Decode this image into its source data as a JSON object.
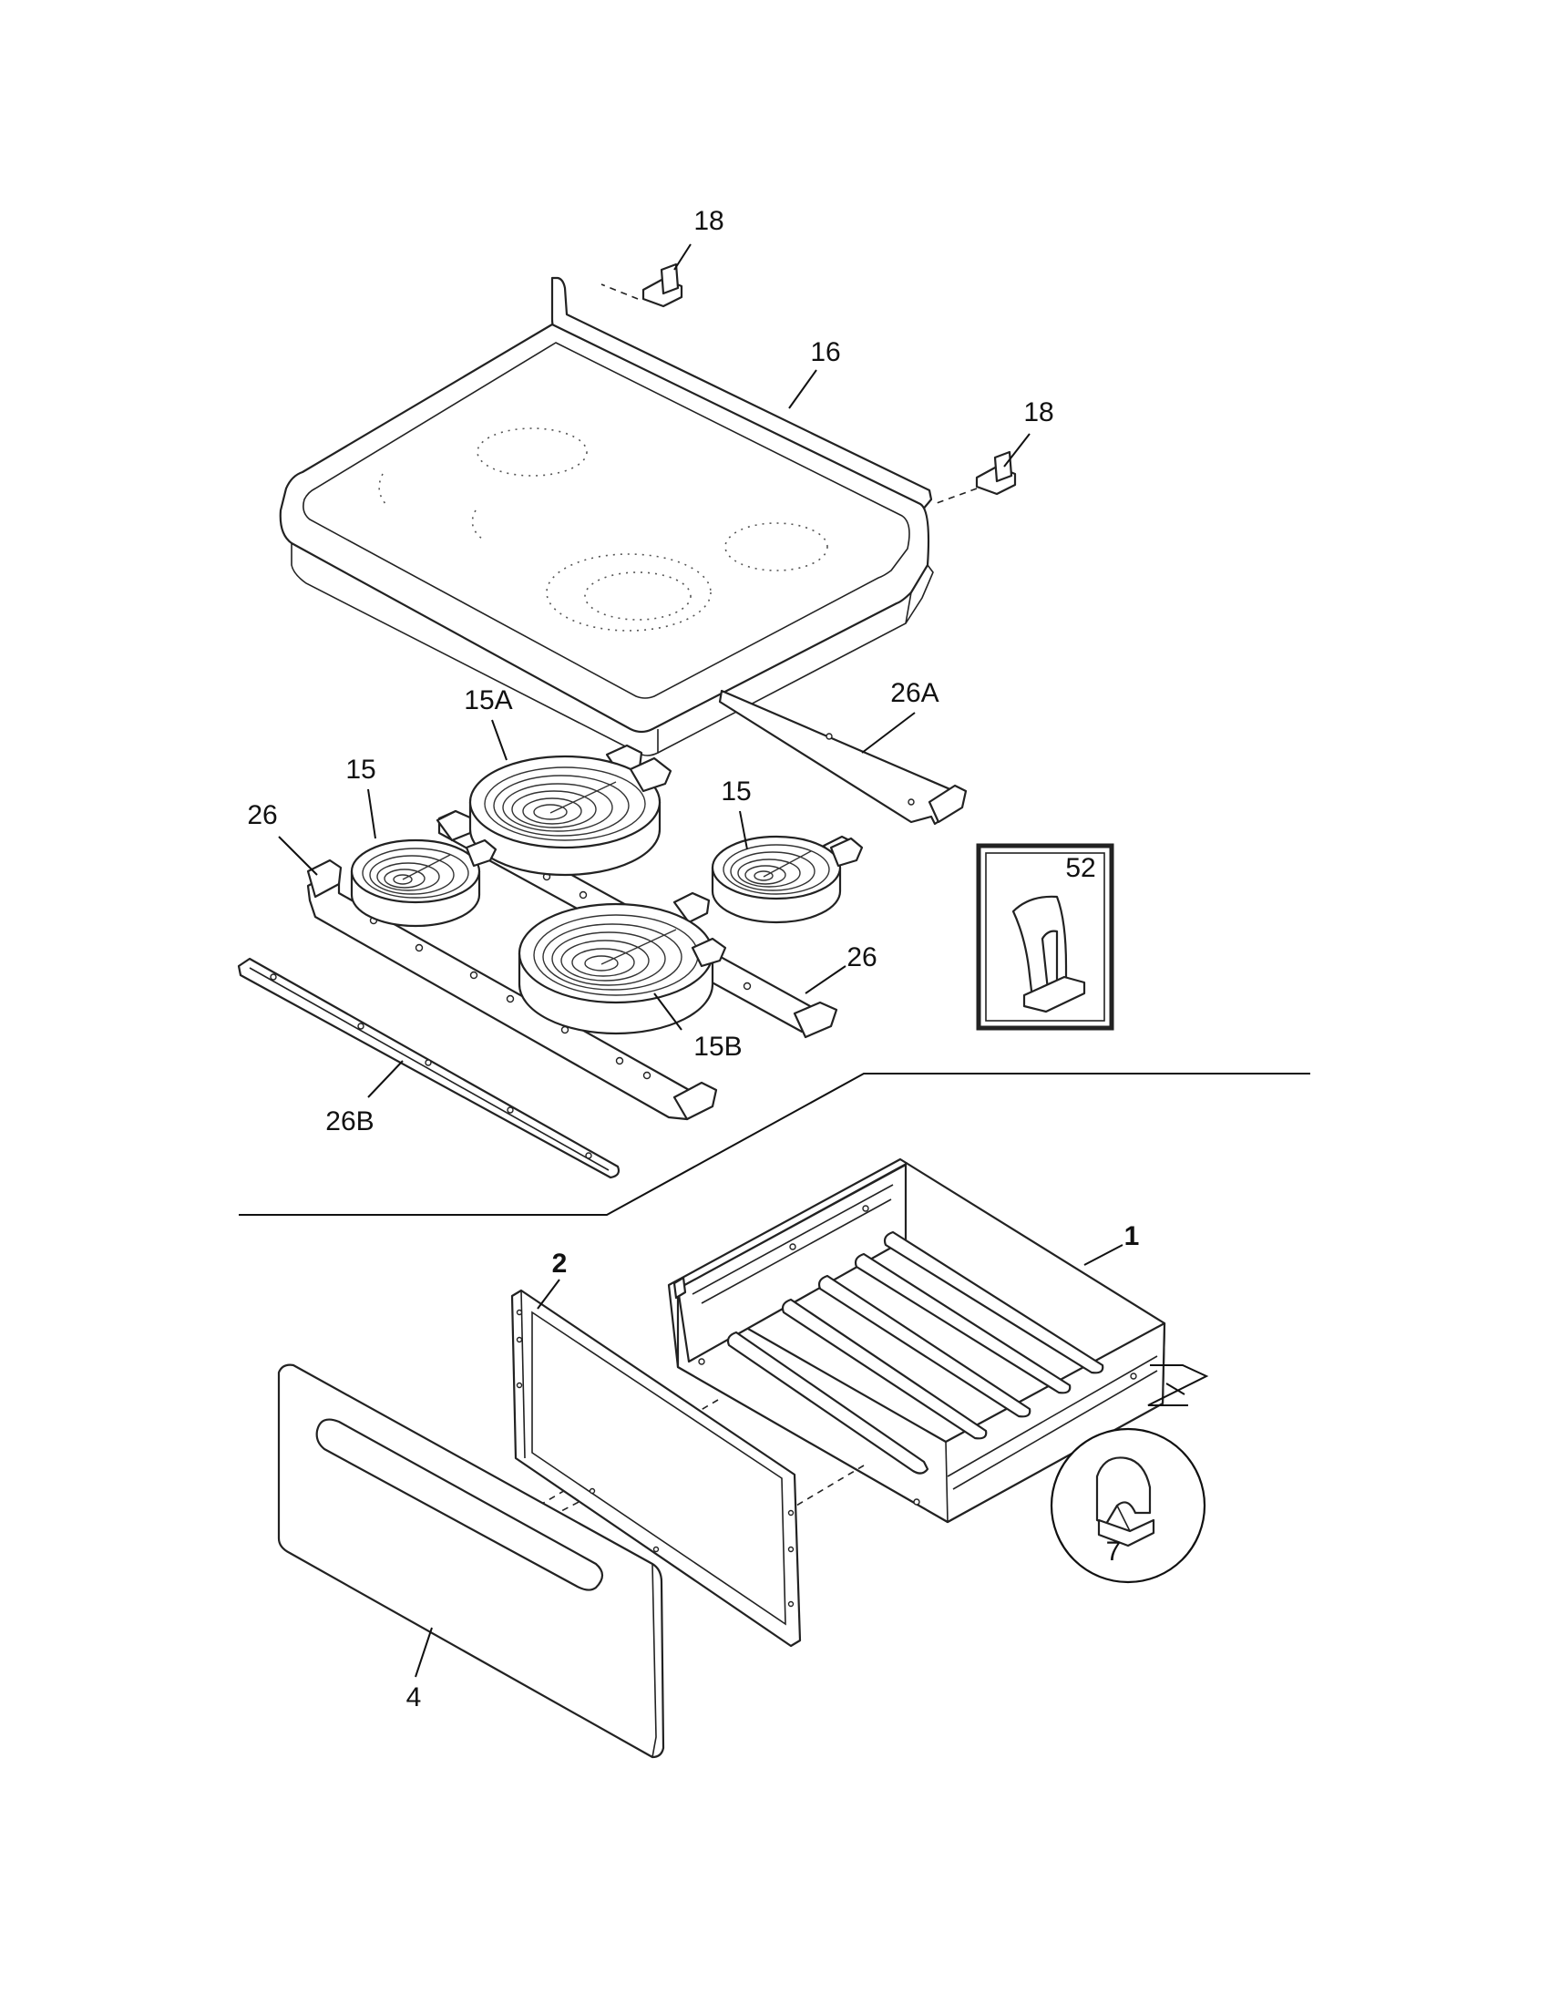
{
  "labels": {
    "p18a": "18",
    "p16": "16",
    "p18b": "18",
    "p26a": "26A",
    "p15a": "15A",
    "p15_left": "15",
    "p15_right": "15",
    "p26_left": "26",
    "p26_right": "26",
    "p52": "52",
    "p15b": "15B",
    "p26b": "26B",
    "p1": "1",
    "p2": "2",
    "p7": "7",
    "p4": "4"
  },
  "colors": {
    "line": "#222222",
    "background": "#ffffff"
  }
}
